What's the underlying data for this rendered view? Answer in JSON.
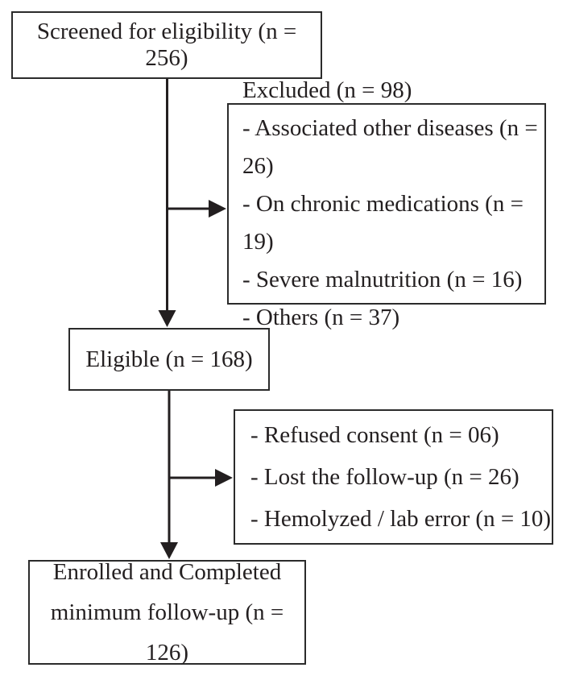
{
  "diagram": {
    "title": "Study enrollment flow diagram",
    "colors": {
      "background": "#ffffff",
      "border": "#2b2b2b",
      "text": "#231f20",
      "arrow": "#231f20"
    },
    "boxes": {
      "screened": {
        "label": "Screened for eligibility (n = 256)",
        "n": 256
      },
      "excluded": {
        "title": "Excluded (n = 98)",
        "n": 98,
        "items": [
          "- Associated other diseases (n = 26)",
          "- On chronic medications (n = 19)",
          "- Severe malnutrition (n = 16)",
          "- Others (n = 37)"
        ]
      },
      "eligible": {
        "label": "Eligible (n = 168)",
        "n": 168
      },
      "attrition": {
        "items": [
          "- Refused consent (n = 06)",
          "- Lost the follow-up (n = 26)",
          "- Hemolyzed / lab error (n = 10)"
        ]
      },
      "enrolled": {
        "label_line1": "Enrolled and Completed",
        "label_line2": "minimum follow-up (n = 126)",
        "n": 126
      }
    }
  }
}
